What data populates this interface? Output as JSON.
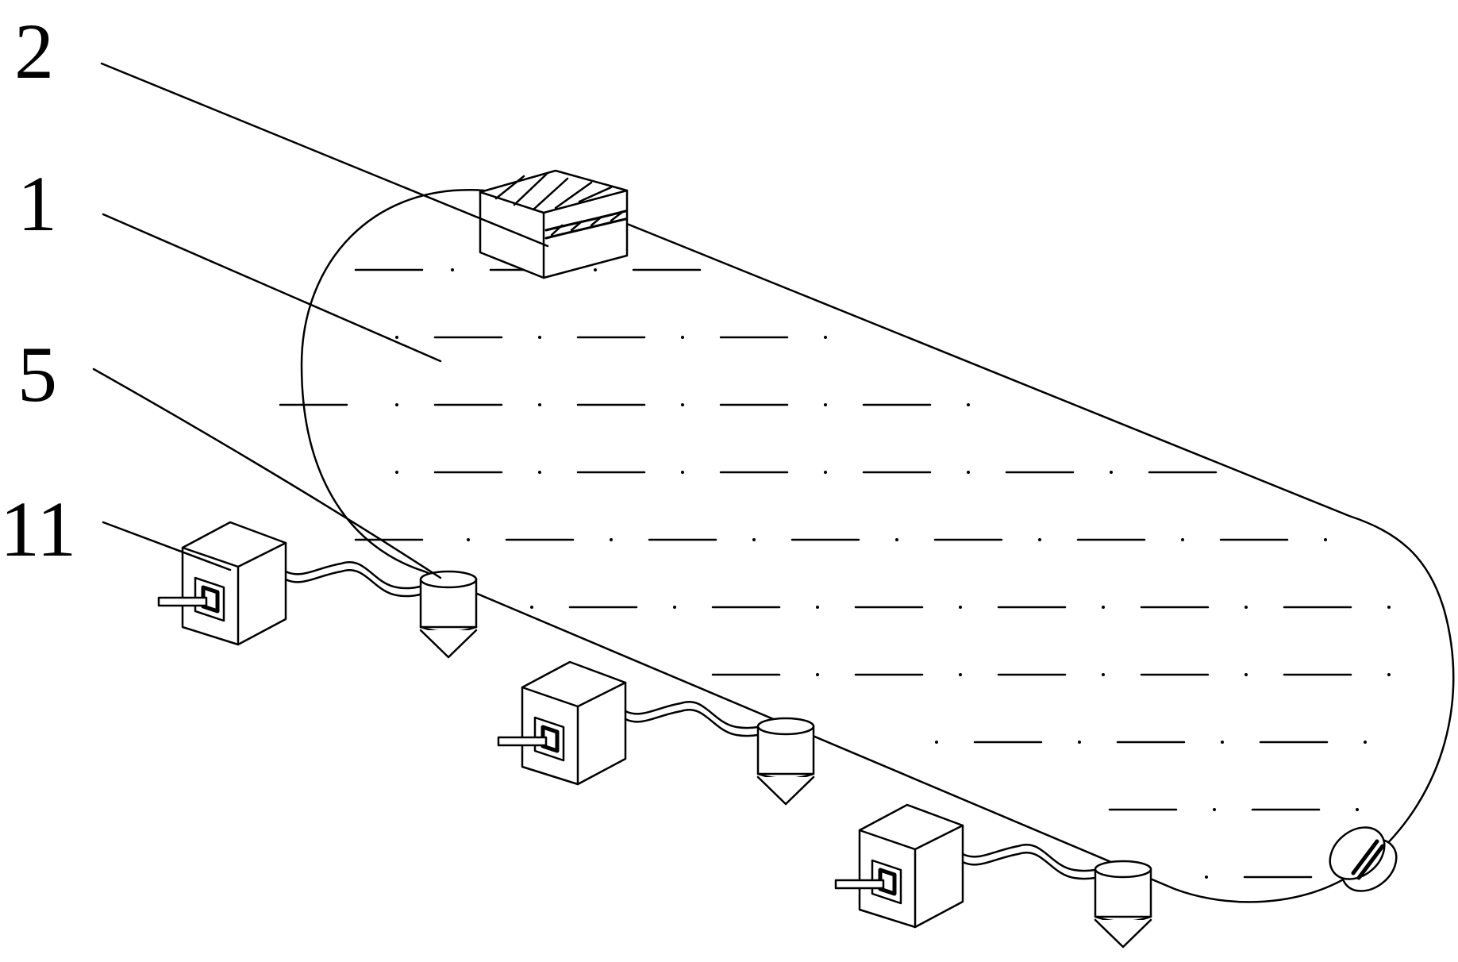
{
  "figure": {
    "callouts": [
      {
        "id": "2",
        "label": "2"
      },
      {
        "id": "1",
        "label": "1"
      },
      {
        "id": "5",
        "label": "5"
      },
      {
        "id": "11",
        "label": "11"
      }
    ],
    "colors": {
      "ink": "#000000",
      "paper": "#ffffff"
    }
  }
}
